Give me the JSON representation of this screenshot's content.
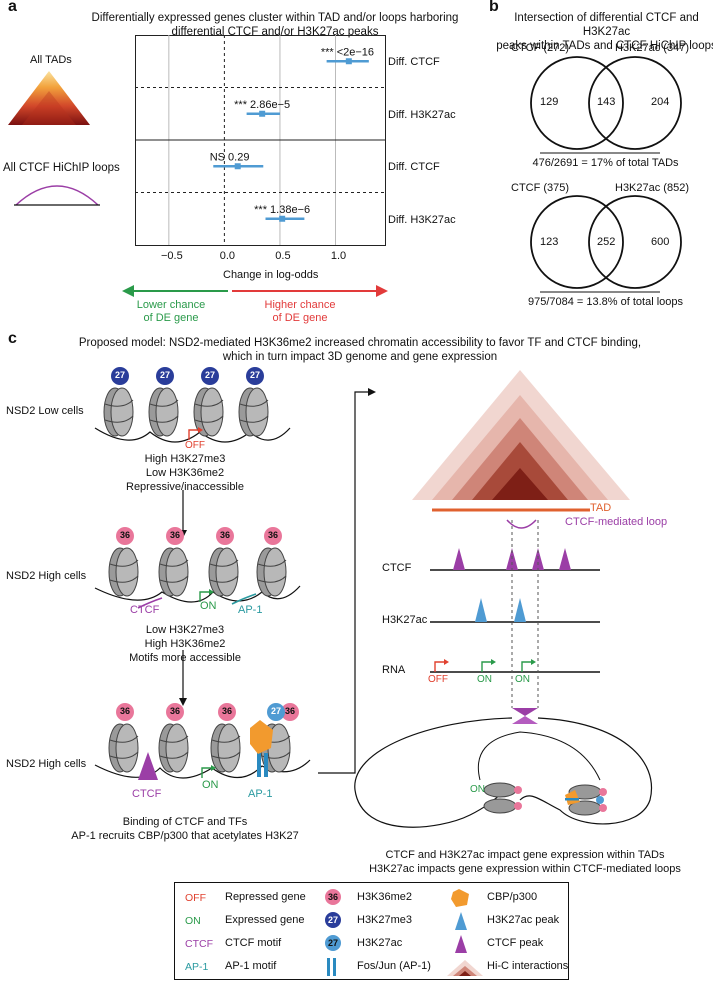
{
  "panel_a": {
    "letter": "a",
    "title_line1": "Differentially expressed genes cluster within TAD and/or loops harboring",
    "title_line2": "differential CTCF and/or H3K27ac peaks",
    "all_tads_label": "All TADs",
    "loops_label": "All CTCF HiChIP loops",
    "axis_label": "Change in log-odds",
    "ticks": [
      "-0.5",
      "0.0",
      "0.5",
      "1.0"
    ],
    "lower_line1": "Lower chance",
    "lower_line2": "of DE gene",
    "higher_line1": "Higher chance",
    "higher_line2": "of DE gene",
    "colors": {
      "point": "#4f9bd3",
      "lower_arrow": "#2a9a4a",
      "higher_arrow": "#e23a3a",
      "loops": "#9b3ea6"
    }
  },
  "chart_data": {
    "type": "scatter",
    "xlabel": "Change in log-odds",
    "xlim": [
      -0.8,
      1.45
    ],
    "rows": [
      {
        "label": "Diff. CTCF",
        "estimate": 1.12,
        "ci": [
          0.92,
          1.3
        ],
        "annotation": "*** <2e−16",
        "group": "TADs"
      },
      {
        "label": "Diff. H3K27ac",
        "estimate": 0.34,
        "ci": [
          0.2,
          0.5
        ],
        "annotation": "*** 2.86e−5",
        "group": "TADs"
      },
      {
        "label": "Diff. CTCF",
        "estimate": 0.12,
        "ci": [
          -0.1,
          0.35
        ],
        "annotation": "NS 0.29",
        "group": "Loops"
      },
      {
        "label": "Diff. H3K27ac",
        "estimate": 0.52,
        "ci": [
          0.37,
          0.72
        ],
        "annotation": "*** 1.38e−6",
        "group": "Loops"
      }
    ]
  },
  "panel_b": {
    "letter": "b",
    "title_line1": "Intersection of differential CTCF and H3K27ac",
    "title_line2": "peaks within TADs and CTCF HiChIP loops",
    "venn1": {
      "left_label": "CTCF (272)",
      "right_label": "H3K27ac (347)",
      "left": "129",
      "mid": "143",
      "right": "204",
      "caption": "476/2691 = 17% of total TADs"
    },
    "venn2": {
      "left_label": "CTCF (375)",
      "right_label": "H3K27ac (852)",
      "left": "123",
      "mid": "252",
      "right": "600",
      "caption": "975/7084 = 13.8% of total loops"
    }
  },
  "panel_c": {
    "letter": "c",
    "title_line1": "Proposed model: NSD2-mediated H3K36me2 increased chromatin accessibility to favor TF and CTCF binding,",
    "title_line2": "which in turn impact 3D genome and gene expression",
    "state1": {
      "label": "NSD2 Low cells",
      "mark": "27",
      "off": "OFF",
      "desc1": "High H3K27me3",
      "desc2": "Low H3K36me2",
      "desc3": "Repressive/inaccessible"
    },
    "state2": {
      "label": "NSD2 High cells",
      "mark": "36",
      "ctcf": "CTCF",
      "on": "ON",
      "ap1": "AP-1",
      "desc1": "Low H3K27me3",
      "desc2": "High H3K36me2",
      "desc3": "Motifs more accessible"
    },
    "state3": {
      "label": "NSD2 High cells",
      "mark": "36",
      "mark27": "27",
      "ctcf": "CTCF",
      "on": "ON",
      "ap1": "AP-1",
      "desc1": "Binding of CTCF and TFs",
      "desc2": "AP-1 recruits CBP/p300 that acetylates H3K27"
    },
    "right": {
      "tad": "TAD",
      "loop": "CTCF-mediated loop",
      "track_ctcf": "CTCF",
      "track_h3k27ac": "H3K27ac",
      "track_rna": "RNA",
      "off": "OFF",
      "on1": "ON",
      "on2": "ON",
      "loop_on": "ON",
      "desc1": "CTCF and H3K27ac impact gene expression within TADs",
      "desc2": "H3K27ac impacts gene expression within CTCF-mediated loops"
    },
    "colors": {
      "h3k36me2": "#e9769a",
      "h3k27me3": "#2a3d9a",
      "h3k27ac": "#4f9bd3",
      "ctcf": "#9b3ea6",
      "cbp": "#f29a2e",
      "off": "#e0412f",
      "on": "#2a9a4a",
      "ap1": "#2a9aa0",
      "tad": "#e0612f"
    }
  },
  "legend": {
    "items": [
      {
        "glyph": "OFF",
        "label": "Repressed gene"
      },
      {
        "glyph": "36",
        "label": "H3K36me2"
      },
      {
        "glyph": "",
        "label": "CBP/p300"
      },
      {
        "glyph": "ON",
        "label": "Expressed gene"
      },
      {
        "glyph": "27",
        "label": "H3K27me3"
      },
      {
        "glyph": "",
        "label": "H3K27ac peak"
      },
      {
        "glyph": "CTCF",
        "label": "CTCF motif"
      },
      {
        "glyph": "27",
        "label": "H3K27ac"
      },
      {
        "glyph": "",
        "label": "CTCF peak"
      },
      {
        "glyph": "AP-1",
        "label": "AP-1 motif"
      },
      {
        "glyph": "",
        "label": "Fos/Jun (AP-1)"
      },
      {
        "glyph": "",
        "label": "Hi-C interactions"
      }
    ]
  }
}
